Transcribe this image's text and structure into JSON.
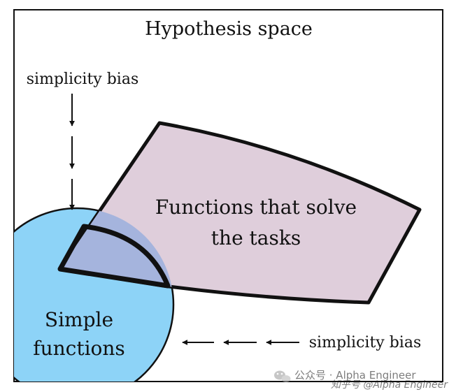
{
  "diagram": {
    "title": "Hypothesis space",
    "region_tasks": {
      "label_line1": "Functions that solve",
      "label_line2": "the tasks",
      "fill": "#dfcedb"
    },
    "region_simple": {
      "label_line1": "Simple",
      "label_line2": "functions",
      "fill": "#8dd3f7"
    },
    "overlap_fill": "#a5b4dd",
    "bias_top": {
      "label": "simplicity bias",
      "arrows": 3,
      "direction": "down"
    },
    "bias_bottom": {
      "label": "simplicity bias",
      "arrows": 3,
      "direction": "left"
    }
  },
  "watermark": {
    "line1": "公众号 · Alpha Engineer",
    "line2": "知乎号 @Alpha Engineer",
    "icon": "wechat-icon"
  }
}
